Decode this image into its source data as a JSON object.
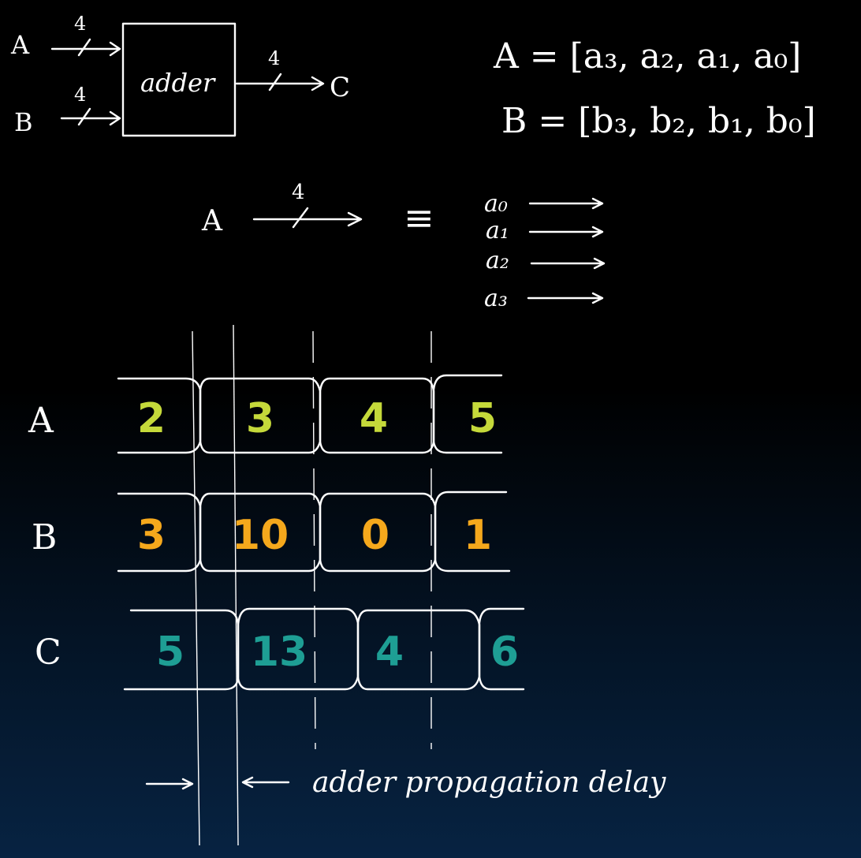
{
  "block": {
    "label": "adder",
    "input_a": "A",
    "input_b": "B",
    "output": "C",
    "width_a": "4",
    "width_b": "4",
    "width_c": "4"
  },
  "definitions": {
    "a_vector": "A = [a₃, a₂, a₁, a₀]",
    "b_vector": "B = [b₃, b₂, b₁, b₀]"
  },
  "bus_expansion": {
    "bus_label": "A",
    "width": "4",
    "equiv_symbol": "≡",
    "bits": [
      "a₀",
      "a₁",
      "a₂",
      "a₃"
    ]
  },
  "timing": {
    "signals": [
      {
        "name": "A",
        "values": [
          "2",
          "3",
          "4",
          "5"
        ],
        "color": "#c5d93a"
      },
      {
        "name": "B",
        "values": [
          "3",
          "10",
          "0",
          "1"
        ],
        "color": "#f5a81c"
      },
      {
        "name": "C",
        "values": [
          "5",
          "13",
          "4",
          "6"
        ],
        "color": "#1e9e94"
      }
    ],
    "annotation": "adder propagation delay"
  }
}
